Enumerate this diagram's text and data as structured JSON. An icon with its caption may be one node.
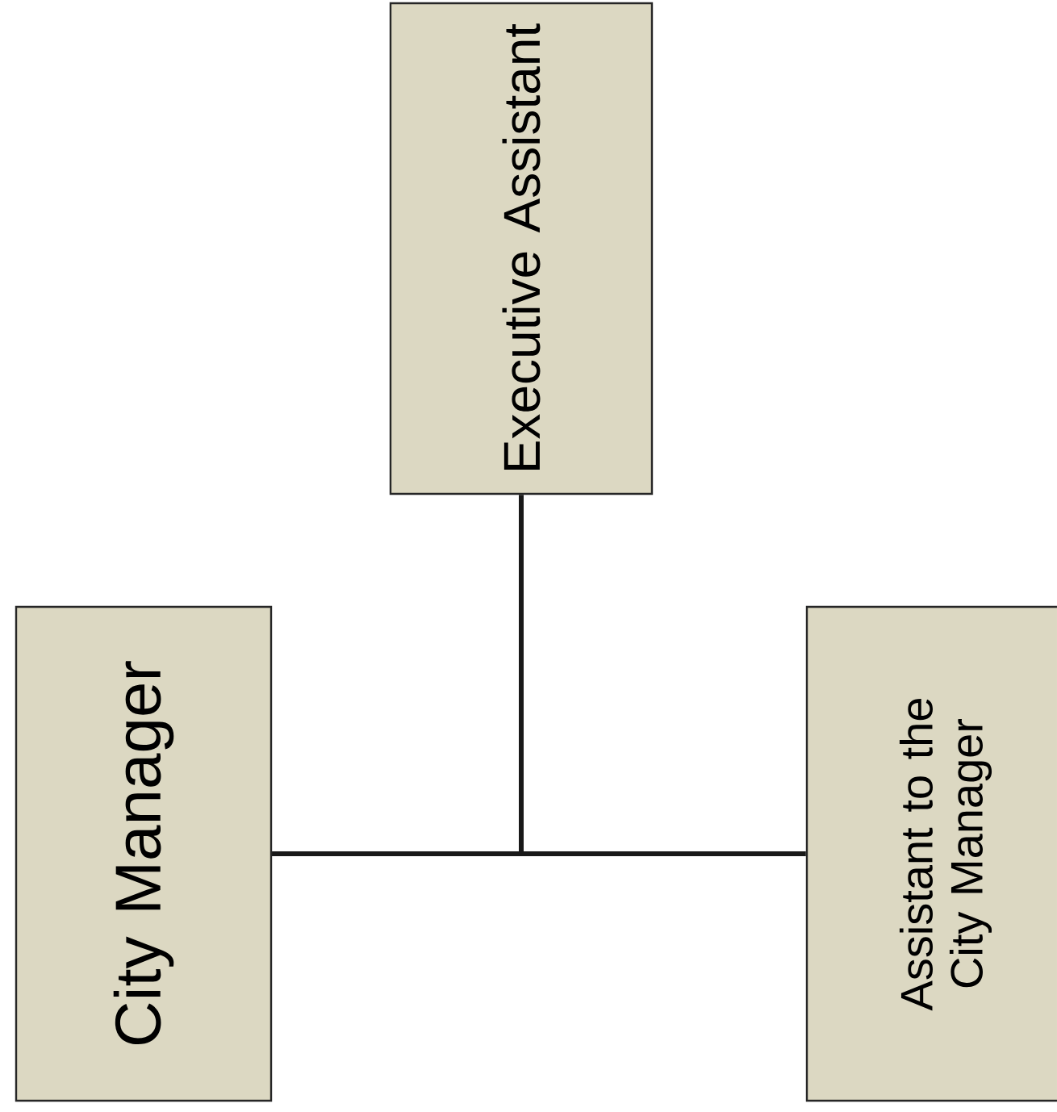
{
  "diagram": {
    "nodes": [
      {
        "text": [
          "City Manager"
        ]
      },
      {
        "text": [
          "Executive Assistant"
        ]
      },
      {
        "text": [
          "Assistant to the City Manager"
        ]
      }
    ],
    "edges": [
      {
        "from": 0,
        "to": 1,
        "arrow": "none"
      },
      {
        "from": 0,
        "to": 2,
        "arrow": "none"
      }
    ]
  }
}
